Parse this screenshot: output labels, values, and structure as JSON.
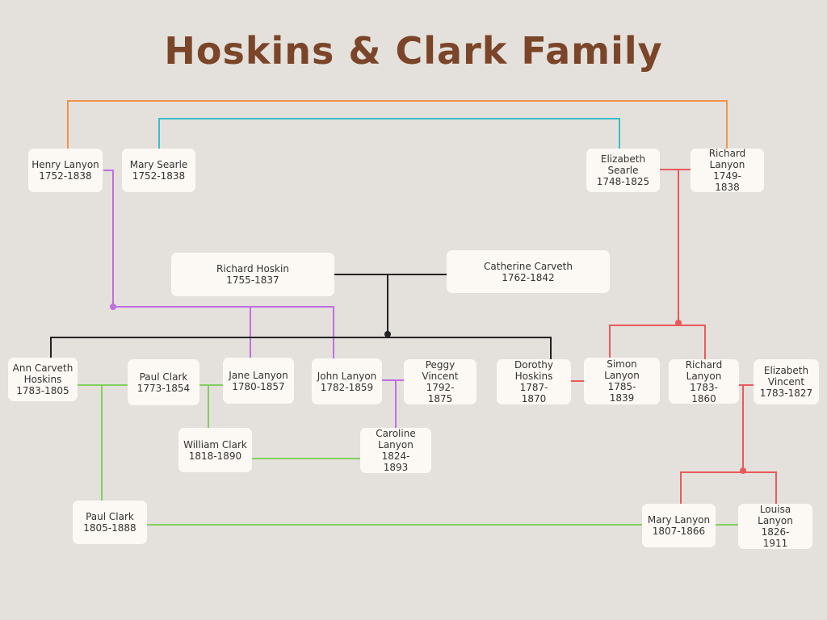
{
  "title": "Hoskins & Clark Family",
  "colors": {
    "orange": "#f0954a",
    "teal": "#3bbcc8",
    "purple": "#c070e0",
    "red": "#e85a5a",
    "green": "#80d060",
    "black": "#222222",
    "title": "#7a4528"
  },
  "people": [
    {
      "id": "henry-lanyon",
      "name": "Henry Lanyon",
      "years": "1752-1838"
    },
    {
      "id": "mary-searle",
      "name": "Mary Searle",
      "years": "1752-1838"
    },
    {
      "id": "elizabeth-searle",
      "name": "Elizabeth Searle",
      "years": "1748-1825"
    },
    {
      "id": "richard-lanyon-1749",
      "name": "Richard Lanyon",
      "years": "1749-1838"
    },
    {
      "id": "richard-hoskin",
      "name": "Richard Hoskin",
      "years": "1755-1837"
    },
    {
      "id": "catherine-carveth",
      "name": "Catherine Carveth",
      "years": "1762-1842"
    },
    {
      "id": "ann-carveth-hoskins",
      "name": "Ann Carveth Hoskins",
      "years": "1783-1805"
    },
    {
      "id": "paul-clark-1773",
      "name": "Paul Clark",
      "years": "1773-1854"
    },
    {
      "id": "jane-lanyon",
      "name": "Jane Lanyon",
      "years": "1780-1857"
    },
    {
      "id": "john-lanyon",
      "name": "John Lanyon",
      "years": "1782-1859"
    },
    {
      "id": "peggy-vincent",
      "name": "Peggy Vincent",
      "years": "1792-1875"
    },
    {
      "id": "dorothy-hoskins",
      "name": "Dorothy Hoskins",
      "years": "1787-1870"
    },
    {
      "id": "simon-lanyon",
      "name": "Simon Lanyon",
      "years": "1785-1839"
    },
    {
      "id": "richard-lanyon-1783",
      "name": "Richard Lanyon",
      "years": "1783-1860"
    },
    {
      "id": "elizabeth-vincent",
      "name": "Elizabeth Vincent",
      "years": "1783-1827"
    },
    {
      "id": "william-clark",
      "name": "William Clark",
      "years": "1818-1890"
    },
    {
      "id": "caroline-lanyon",
      "name": "Caroline Lanyon",
      "years": "1824-1893"
    },
    {
      "id": "paul-clark-1805",
      "name": "Paul Clark",
      "years": "1805-1888"
    },
    {
      "id": "mary-lanyon",
      "name": "Mary Lanyon",
      "years": "1807-1866"
    },
    {
      "id": "louisa-lanyon",
      "name": "Louisa Lanyon",
      "years": "1826-1911"
    }
  ]
}
